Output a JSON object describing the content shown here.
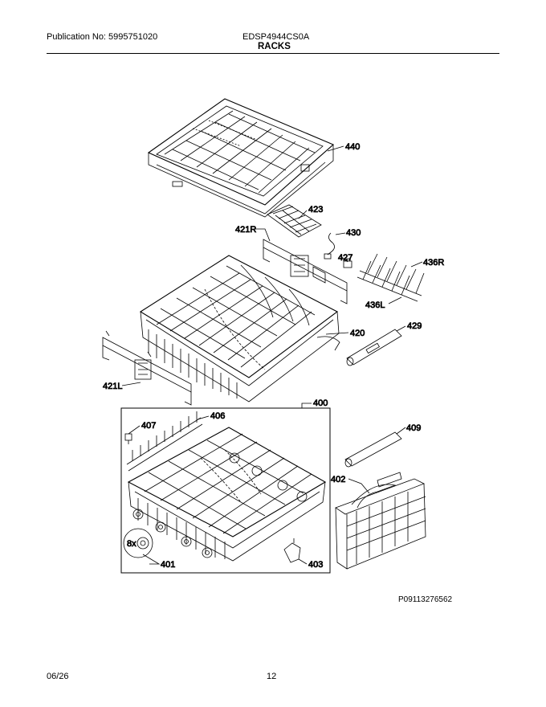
{
  "header": {
    "publication": "Publication No: 5995751020",
    "model": "EDSP4944CS0A",
    "section": "RACKS"
  },
  "callouts": {
    "p440": "440",
    "p423": "423",
    "p421R": "421R",
    "p430": "430",
    "p427": "427",
    "p436R": "436R",
    "p436L": "436L",
    "p420": "420",
    "p429": "429",
    "p421L": "421L",
    "p400": "400",
    "p407": "407",
    "p406": "406",
    "p409": "409",
    "p402": "402",
    "qty8x": "8x",
    "p401": "401",
    "p403": "403"
  },
  "figure_id": "P09113276562",
  "footer": {
    "date": "06/26",
    "page": "12"
  }
}
